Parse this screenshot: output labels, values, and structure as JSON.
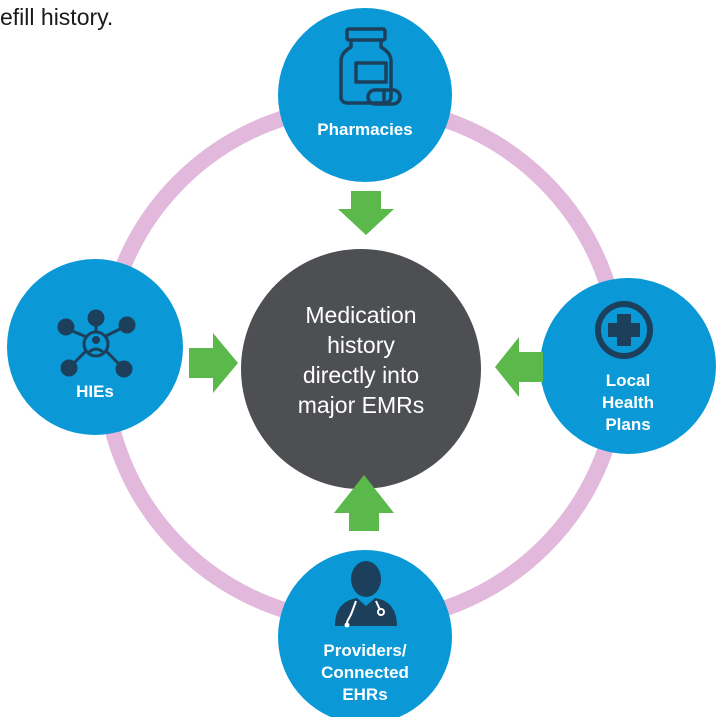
{
  "header": {
    "text": "efill history."
  },
  "center": {
    "lines": [
      "Medication",
      "history",
      "directly into",
      "major EMRs"
    ]
  },
  "nodes": {
    "pharmacies": {
      "label": "Pharmacies",
      "icon": "pill-bottle-icon"
    },
    "hies": {
      "label": "HIEs",
      "icon": "network-people-icon"
    },
    "health_plans": {
      "lines": [
        "Local",
        "Health",
        "Plans"
      ],
      "icon": "medical-cross-icon"
    },
    "providers": {
      "lines": [
        "Providers/",
        "Connected",
        "EHRs"
      ],
      "icon": "doctor-icon"
    }
  },
  "colors": {
    "node_blue": "#0a99d6",
    "center_gray": "#4d4f53",
    "ring_pink": "#e2b8dc",
    "arrow_green": "#5bb84a",
    "icon_dark": "#1c3f5c"
  }
}
